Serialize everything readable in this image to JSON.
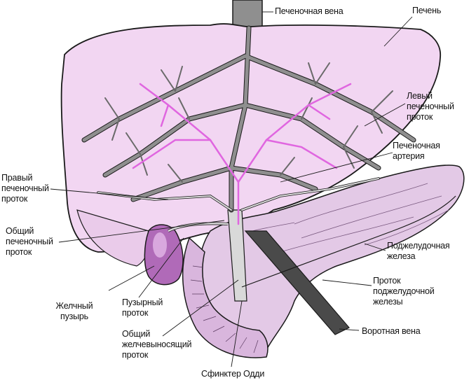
{
  "labels": {
    "hepatic_vein": "Печеночная вена",
    "liver": "Печень",
    "left_hepatic_duct": "Левый\nпеченочный\nпроток",
    "hepatic_artery": "Печеночная\nартерия",
    "right_hepatic_duct": "Правый\nпеченочный\nпроток",
    "common_hepatic_duct": "Общий\nпеченочный\nпроток",
    "pancreas": "Поджелудочная\nжелеза",
    "pancreatic_duct": "Проток\nподжелудочной\nжелезы",
    "gallbladder": "Желчный\nпузырь",
    "cystic_duct": "Пузырный\nпроток",
    "common_bile_duct": "Общий\nжелчевыносящий\nпроток",
    "portal_vein": "Воротная вена",
    "sphincter_oddi": "Сфинктер Одди"
  },
  "colors": {
    "liver_fill": "#f2d6f2",
    "vein": "#8f8f8f",
    "duct": "#d9d9d9",
    "artery": "#e066e0",
    "pancreas_fill": "#e3c9e6",
    "gallbladder_fill": "#b06ab8",
    "portal_vein": "#4a4a4a",
    "outline": "#1a1a1a"
  }
}
